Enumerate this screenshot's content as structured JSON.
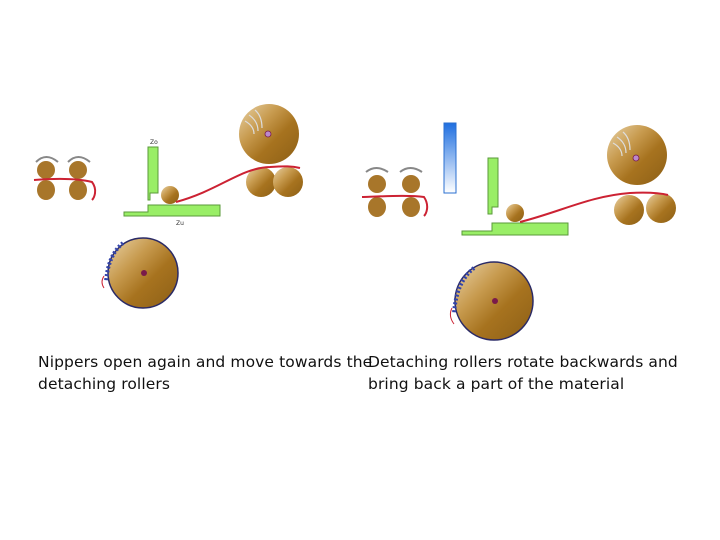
{
  "diagram": {
    "left_panel": {
      "caption_lines": [
        "Nippers open again and move towards the",
        "detaching rollers"
      ],
      "markers": {
        "top_plate": "Z",
        "top_plate_sub": "o",
        "bottom_plate": "Z",
        "bottom_plate_sub": "u"
      }
    },
    "right_panel": {
      "caption_lines": [
        "Detaching rollers rotate backwards and",
        "bring back a part of the material"
      ]
    }
  },
  "colors": {
    "wood_dark": "#9a6a1c",
    "wood_mid": "#b98530",
    "wood_light": "#e8cfa0",
    "plate_green": "#99ee66",
    "plate_edge": "#5a9a3a",
    "fibre_red": "#cc2233",
    "comb_blue": "#3344aa",
    "top_comb_blue": "#2a7be0",
    "pivot": "#7a1a4a"
  }
}
